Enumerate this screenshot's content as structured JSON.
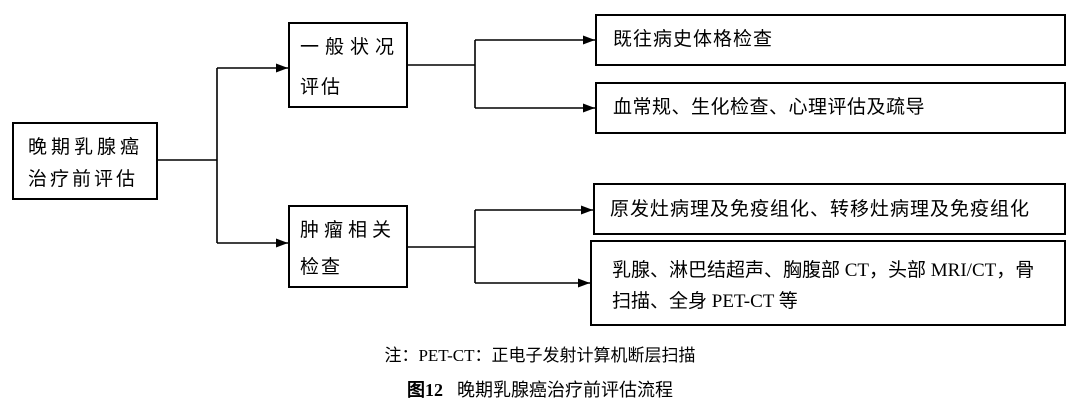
{
  "colors": {
    "ink": "#000000",
    "paper": "#ffffff"
  },
  "nodes": {
    "root": {
      "lines": [
        "晚期乳腺癌",
        "治疗前评估"
      ]
    },
    "general": {
      "lines": [
        "一般状况",
        "评估"
      ]
    },
    "tumor": {
      "lines": [
        "肿瘤相关",
        "检查"
      ]
    },
    "history": {
      "lines": [
        "既往病史体格检查"
      ]
    },
    "blood": {
      "lines": [
        "血常规、生化检查、心理评估及疏导"
      ]
    },
    "pathology": {
      "lines": [
        "原发灶病理及免疫组化、转移灶病理及免疫组化"
      ]
    },
    "imaging": {
      "lines": [
        "乳腺、淋巴结超声、胸腹部 CT，头部 MRI/CT，骨",
        "扫描、全身 PET-CT 等"
      ]
    }
  },
  "note": "注：PET-CT：正电子发射计算机断层扫描",
  "caption": {
    "label": "图12",
    "title": "晚期乳腺癌治疗前评估流程"
  }
}
